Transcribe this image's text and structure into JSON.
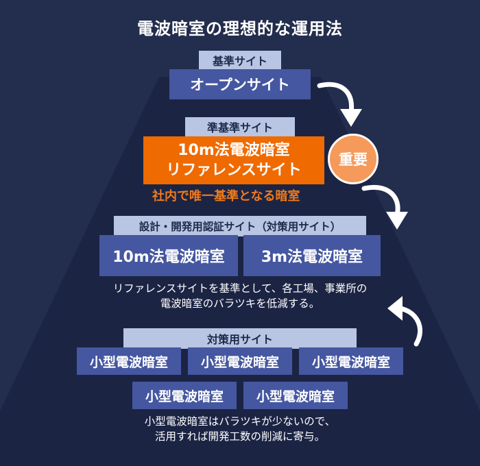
{
  "title": "電波暗室の理想的な運用法",
  "tiers": {
    "standard": {
      "tab": "基準サイト",
      "box": "オープンサイト"
    },
    "semi": {
      "tab": "準基準サイト",
      "box_line1": "10m法電波暗室",
      "box_line2": "リファレンスサイト",
      "badge": "重要",
      "caption": "社内で唯一基準となる暗室"
    },
    "design": {
      "tab": "設計・開発用認証サイト（対策用サイト）",
      "boxes": [
        "10m法電波暗室",
        "3m法電波暗室"
      ],
      "note_line1": "リファレンスサイトを基準として、各工場、事業所の",
      "note_line2": "電波暗室のバラツキを低減する。"
    },
    "countermeasure": {
      "tab": "対策用サイト",
      "row1": [
        "小型電波暗室",
        "小型電波暗室",
        "小型電波暗室"
      ],
      "row2": [
        "小型電波暗室",
        "小型電波暗室"
      ],
      "note_line1": "小型電波暗室はバラツキが少ないので、",
      "note_line2": "活用すれば開発工数の削減に寄与。"
    }
  },
  "colors": {
    "background": "#232d4d",
    "trapezoid": "#1c2444",
    "tab": "#b8c5e3",
    "box": "#4557a0",
    "accent_box": "#ef6a00",
    "badge": "#f59a5a",
    "accent_text": "#f07a1a"
  },
  "icons": [
    "curved-arrow-down-icon",
    "curved-arrow-down-icon",
    "curved-arrow-up-icon"
  ]
}
